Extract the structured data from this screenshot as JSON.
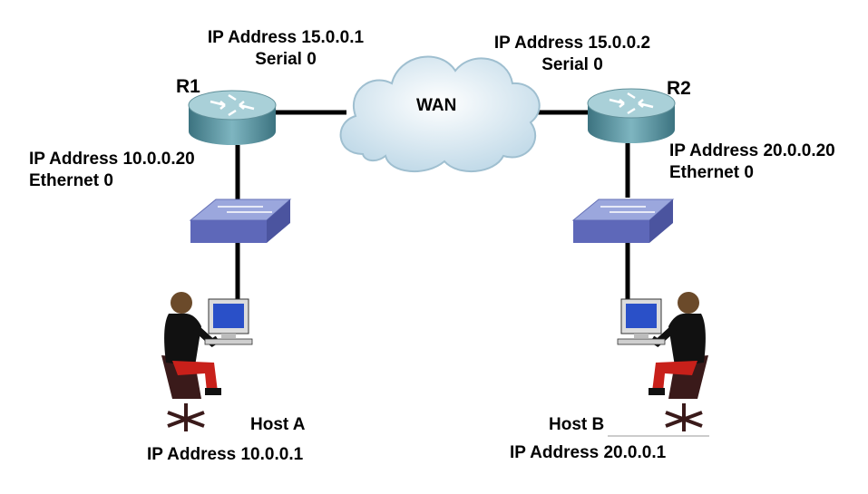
{
  "routers": {
    "r1": {
      "name": "R1",
      "wan_ip": "IP Address 15.0.0.1",
      "wan_if": "Serial 0",
      "lan_ip": "IP Address 10.0.0.20",
      "lan_if": "Ethernet 0"
    },
    "r2": {
      "name": "R2",
      "wan_ip": "IP Address 15.0.0.2",
      "wan_if": "Serial 0",
      "lan_ip": "IP Address 20.0.0.20",
      "lan_if": "Ethernet 0"
    }
  },
  "wan": {
    "label": "WAN"
  },
  "hosts": {
    "a": {
      "name": "Host A",
      "ip": "IP Address 10.0.0.1"
    },
    "b": {
      "name": "Host B",
      "ip": "IP Address 20.0.0.1"
    }
  },
  "colors": {
    "router_body": "#5f9aa6",
    "router_top": "#b7dbe2",
    "switch_top": "#9aa6dc",
    "switch_side": "#5d67b8",
    "cloud": "#d5e7f1",
    "monitor_screen": "#2a50c8",
    "pants": "#c8201a",
    "link": "#000000"
  }
}
